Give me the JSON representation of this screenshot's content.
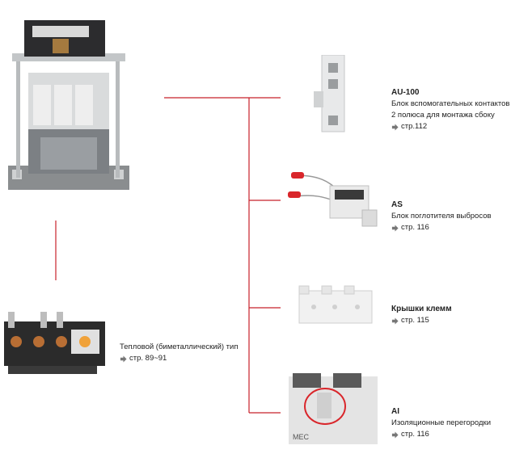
{
  "colors": {
    "connector": "#c8202a",
    "arrow": "#777777"
  },
  "accessories": [
    {
      "title": "AU-100",
      "lines": [
        "Блок вспомогательных контактов",
        "2 полюса для монтажа сбоку"
      ],
      "ref": "стр.112"
    },
    {
      "title": "AS",
      "lines": [
        "Блок поглотителя выбросов"
      ],
      "ref": "стр. 116"
    },
    {
      "title": "",
      "lines": [
        "Крышки клемм"
      ],
      "ref": "стр. 115",
      "bold_first": true
    },
    {
      "title": "AI",
      "lines": [
        "Изоляционные перегородки"
      ],
      "ref": "стр. 116"
    }
  ],
  "relay": {
    "label": "Тепловой (биметаллический) тип",
    "ref": "стр. 89~91"
  },
  "photo_labels": {
    "relay_box": "MEC"
  }
}
